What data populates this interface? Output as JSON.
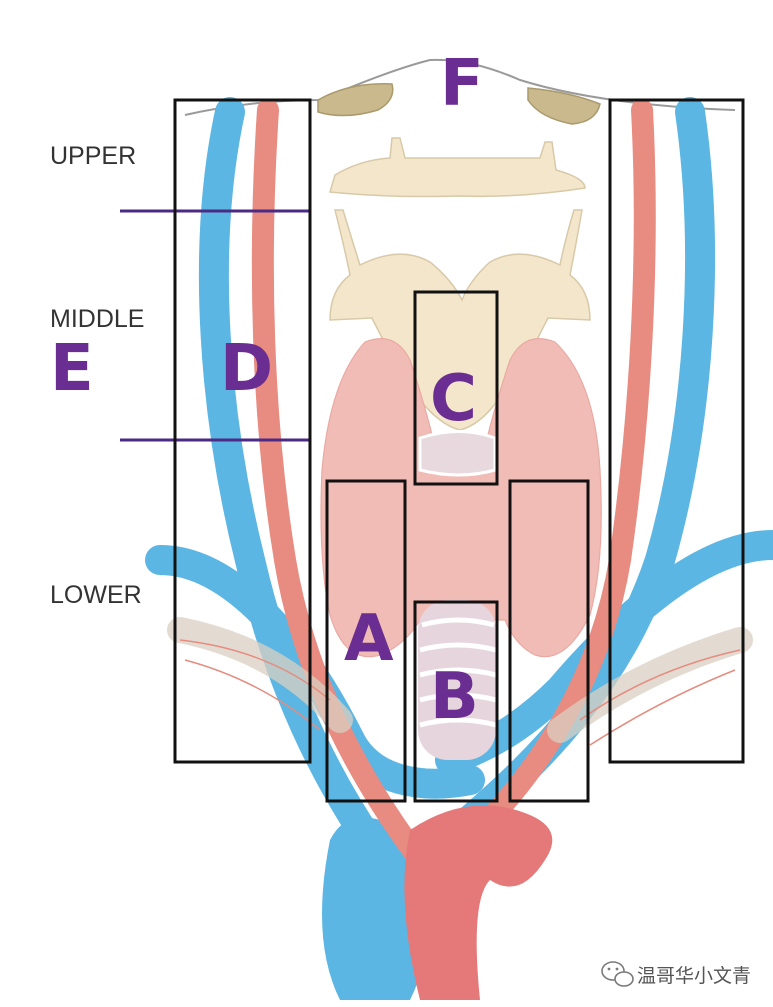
{
  "levels": {
    "upper": "UPPER",
    "middle": "MIDDLE",
    "lower": "LOWER"
  },
  "zones": {
    "a": "A",
    "b": "B",
    "c": "C",
    "d": "D",
    "e": "E",
    "f": "F"
  },
  "watermark": {
    "text": "温哥华小文青",
    "icon": "wechat-icon"
  },
  "colors": {
    "zone_label": "#6a2d91",
    "level_line": "#4b2a86",
    "vein": "#5bb6e3",
    "artery": "#e88b80",
    "thyroid": "#f2bcb6",
    "cartilage": "#f4e6cb",
    "bone": "#c9b98c",
    "box": "#111111",
    "level_text": "#333333"
  }
}
